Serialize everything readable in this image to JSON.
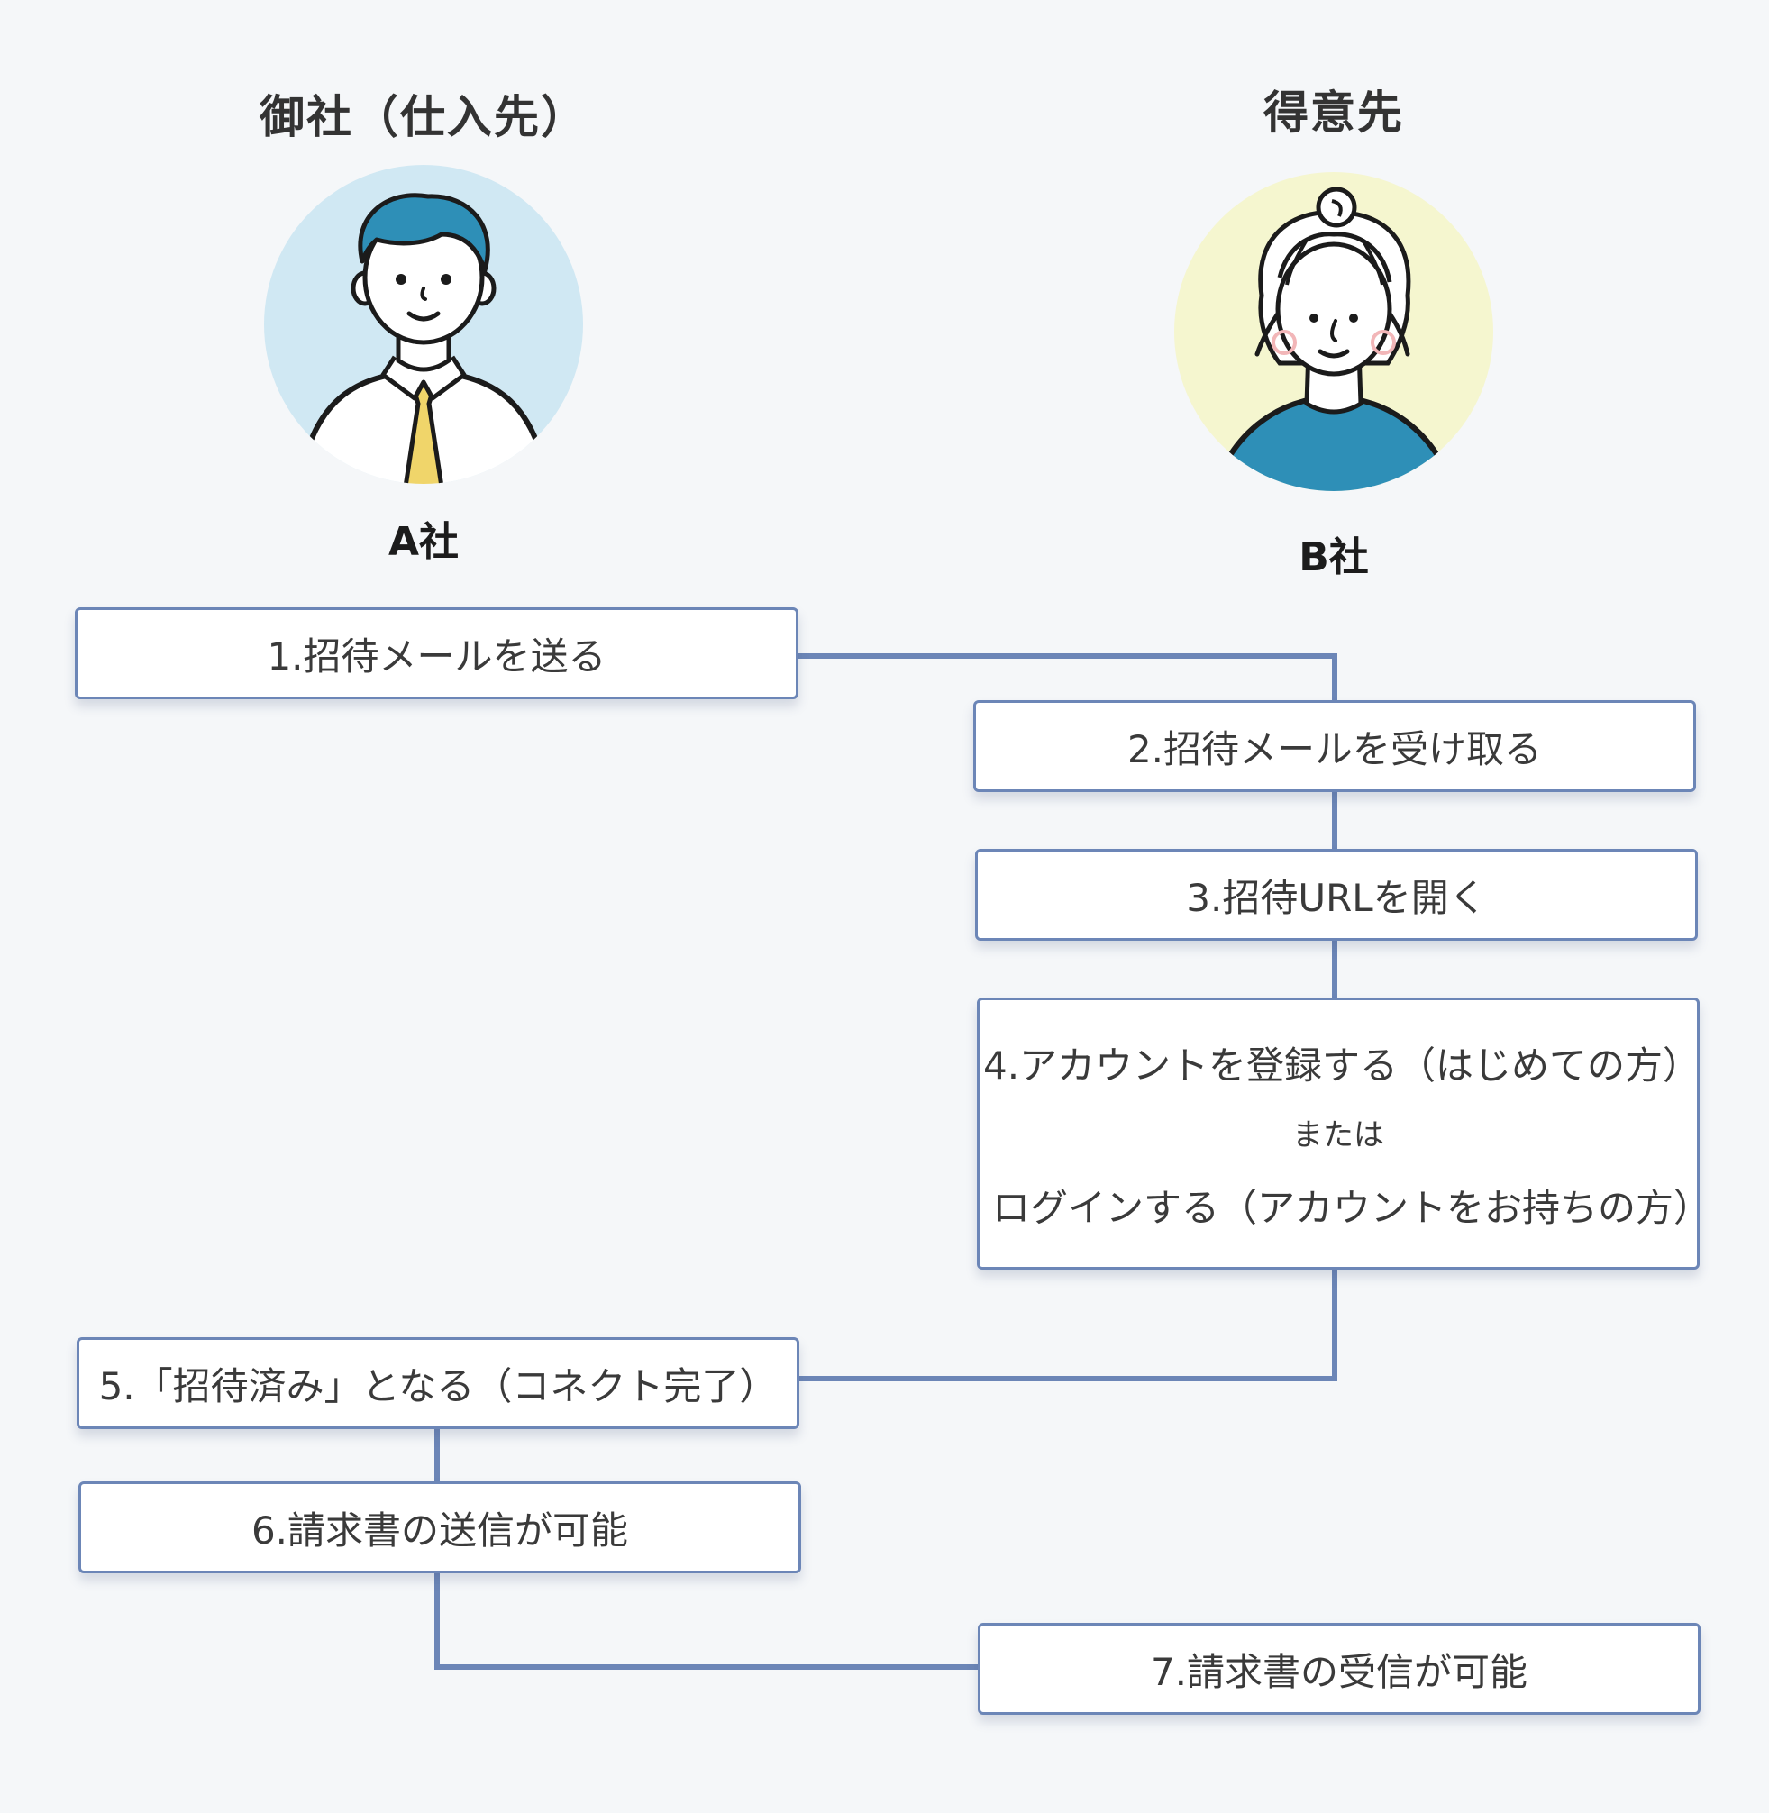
{
  "columns": {
    "left": {
      "title": "御社（仕入先）",
      "company": "A社"
    },
    "right": {
      "title": "得意先",
      "company": "B社"
    }
  },
  "avatars": {
    "left": {
      "icon": "male-businessman-avatar-icon",
      "bg": "#d0e8f3",
      "hair": "#2e8fb7",
      "tie": "#f0d56a"
    },
    "right": {
      "icon": "female-avatar-icon",
      "bg": "#f5f6cf",
      "shirt": "#2e8fb7",
      "cheek": "#f2b6b8"
    }
  },
  "colors": {
    "connector": "#6c86b7",
    "box_border": "#6c86b7",
    "text": "#3a3a3a",
    "background": "#f5f7f9"
  },
  "steps": [
    {
      "label": "1.招待メールを送る"
    },
    {
      "label": "2.招待メールを受け取る"
    },
    {
      "label": "3.招待URLを開く"
    },
    {
      "line1": "4.アカウントを登録する（はじめての方）",
      "or": "または",
      "line2": "ログインする（アカウントをお持ちの方）"
    },
    {
      "label": "5.「招待済み」となる（コネクト完了）"
    },
    {
      "label": "6.請求書の送信が可能"
    },
    {
      "label": "7.請求書の受信が可能"
    }
  ]
}
